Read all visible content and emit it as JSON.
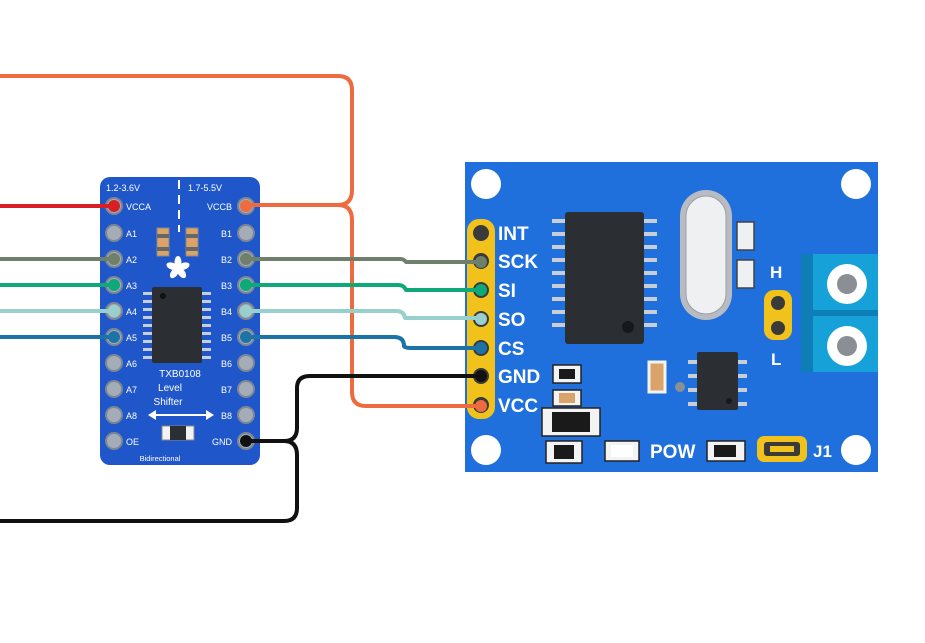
{
  "shifter": {
    "range_low": "1.2-3.6V",
    "range_high": "1.7-5.5V",
    "pins_left": [
      "VCCA",
      "A1",
      "A2",
      "A3",
      "A4",
      "A5",
      "A6",
      "A7",
      "A8",
      "OE"
    ],
    "pins_right": [
      "VCCB",
      "B1",
      "B2",
      "B3",
      "B4",
      "B5",
      "B6",
      "B7",
      "B8",
      "GND"
    ],
    "chip_name": "TXB0108",
    "text_level": "Level",
    "text_shifter": "Shifter",
    "text_bidirectional": "Bidirectional",
    "color": "#1f56c9"
  },
  "module": {
    "pins": [
      "INT",
      "SCK",
      "SI",
      "SO",
      "CS",
      "GND",
      "VCC"
    ],
    "jumper_h": "H",
    "jumper_l": "L",
    "pow_label": "POW",
    "j1_label": "J1",
    "color": "#1f6fdc"
  },
  "wires": {
    "vcca": "#d81f26",
    "vccb_vcc": "#ee6b3f",
    "sck": "#6f806a",
    "si": "#0fa878",
    "so": "#97d0cc",
    "cs": "#1c74a6",
    "gnd": "#111111"
  }
}
